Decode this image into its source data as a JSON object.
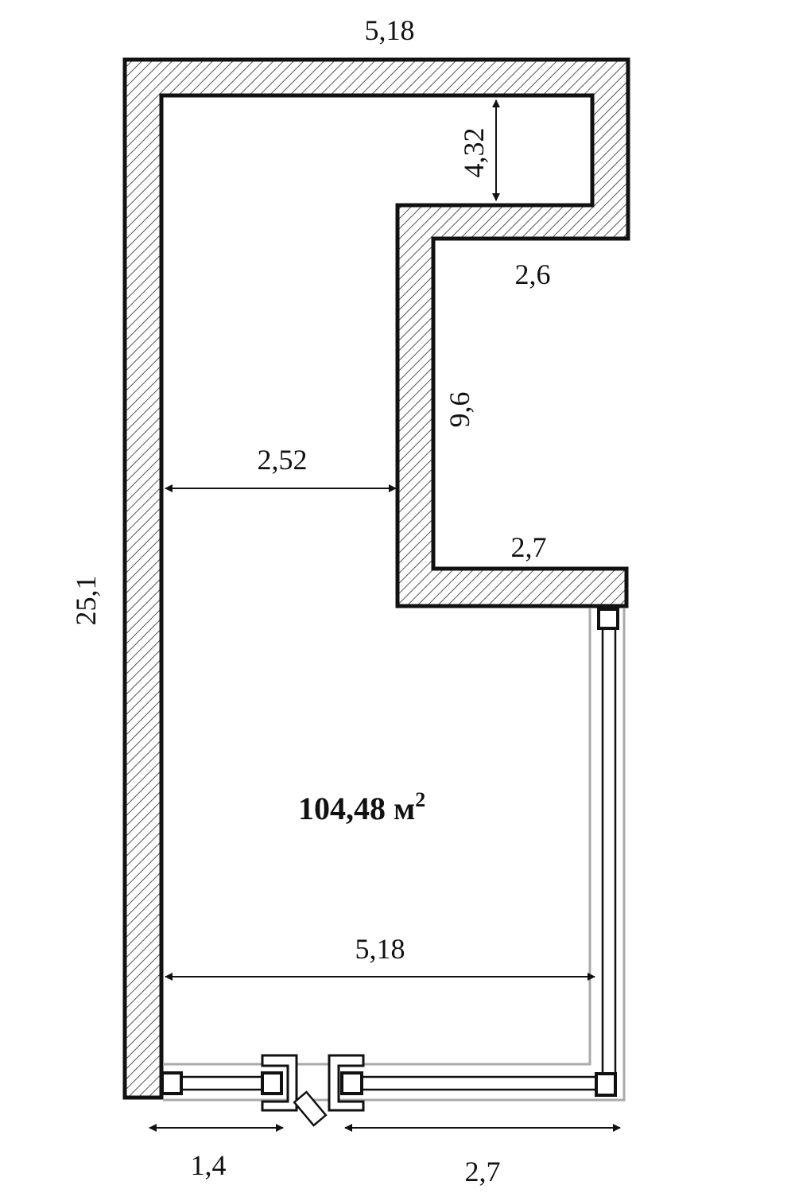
{
  "plan": {
    "dimensions": {
      "top_width": "5,18",
      "niche_height": "4,32",
      "niche_depth": "2,6",
      "inner_wall_length": "9,6",
      "corridor_width": "2,52",
      "ledge_width": "2,7",
      "total_length": "25,1",
      "bottom_width": "5,18",
      "window_left": "1,4",
      "window_right": "2,7"
    },
    "area_value": "104,48 м",
    "area_superscript": "2"
  }
}
